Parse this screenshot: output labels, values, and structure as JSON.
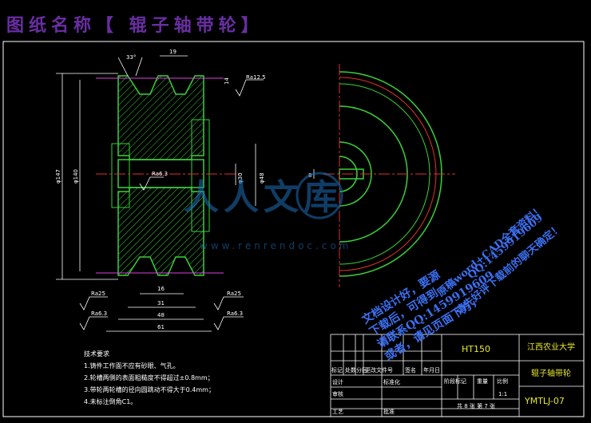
{
  "drawing_title": "图纸名称【 辊子轴带轮】",
  "dimensions": {
    "angle": "33°",
    "top_width": "19",
    "groove_depth": "14",
    "ra_top": "Ra12.5",
    "outer_dia": "φ147",
    "pitch_dia": "φ140",
    "bore_dia": "φ48",
    "hub_dia": "φ30",
    "ra_bore": "Ra6.3",
    "groove_w": "16",
    "w31": "31",
    "w48": "48",
    "w61": "61",
    "ra_left1": "Ra25",
    "ra_left2": "Ra6.3",
    "ra_right1": "Ra25",
    "ra_right2": "Ra6.3",
    "keyway": "8"
  },
  "tech_requirements": {
    "heading": "技术要求",
    "items": [
      "1.铸件工作面不应有砂眼、气孔。",
      "2.轮槽两侧的表面粗糙度不得超过±0.8mm；",
      "3.带轮两轮槽的径向圆跳动不得大于0.4mm；",
      "4.未标注倒角C1。"
    ]
  },
  "title_block": {
    "material": "HT150",
    "school": "江西农业大学",
    "part_name": "辊子轴带轮",
    "drawing_no": "YMTLJ-07",
    "scale": "1:1",
    "sheet_info": "共 8 张 第 7 张",
    "row_labels": [
      "标记",
      "处数",
      "分区",
      "更改文件号",
      "签名",
      "年月日"
    ],
    "design": "设计",
    "review": "审核",
    "process": "工艺",
    "standard": "标准化",
    "approve": "批准",
    "stage_mark": "阶段标记",
    "weight": "重量",
    "ratio": "比例"
  },
  "watermark": {
    "logo": "人人文库",
    "url": "www.renrendoc.com"
  },
  "promo_lines": [
    "文档设计好，要源",
    "下载后，可得到",
    "请联系QQ:1459919609",
    "或者，请见页面下方，"
  ],
  "promo_right": [
    "原稿word+CAD全套资料！",
    "QQ:1459919609",
    "请先好评下载前的聊天确定！"
  ],
  "colors": {
    "background": "#000000",
    "title": "#6a2ea3",
    "green": "#3ad13a",
    "red": "#e03030",
    "magenta": "#e040e0",
    "white": "#ffffff",
    "yellow": "#e8e830"
  }
}
